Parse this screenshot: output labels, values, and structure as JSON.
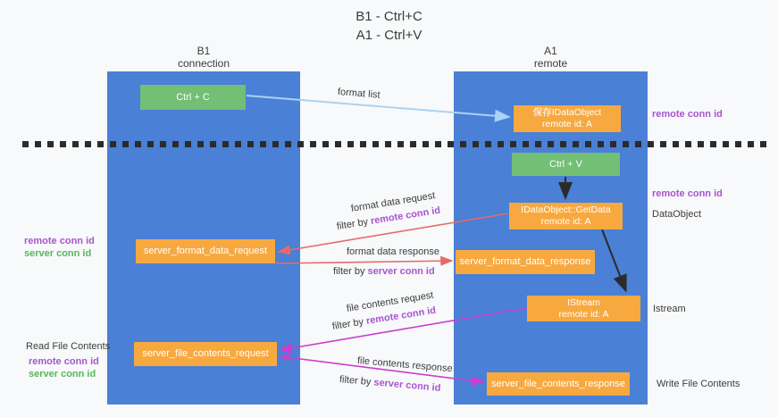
{
  "title": {
    "line1": "B1 - Ctrl+C",
    "line2": "A1 - Ctrl+V"
  },
  "columns": {
    "left": {
      "name": "B1",
      "role": "connection"
    },
    "right": {
      "name": "A1",
      "role": "remote"
    }
  },
  "boxes": {
    "ctrl_c": {
      "label": "Ctrl + C"
    },
    "save_dataobject": {
      "line1": "保存IDataObject",
      "line2": "remote id: A"
    },
    "ctrl_v": {
      "label": "Ctrl + V"
    },
    "getdata": {
      "line1": "IDataObject::GetData",
      "line2": "remote id: A"
    },
    "format_request": {
      "label": "server_format_data_request"
    },
    "format_response": {
      "label": "server_format_data_response"
    },
    "istream": {
      "line1": "IStream",
      "line2": "remote id: A"
    },
    "file_request": {
      "label": "server_file_contents_request"
    },
    "file_response": {
      "label": "server_file_contents_response"
    }
  },
  "flows": {
    "format_list": "format list",
    "format_data_request": "format data request",
    "format_data_response": "format data response",
    "file_contents_request": "file contents request",
    "file_contents_response": "file contents response",
    "filter_prefix": "filter by ",
    "remote_conn_id": "remote conn id",
    "server_conn_id": "server conn id"
  },
  "annotations": {
    "remote_conn_id_top_right": "remote conn id",
    "remote_conn_id_mid_right": "remote conn id",
    "dataobject": "DataObject",
    "istream": "Istream",
    "write_file_contents": "Write File Contents",
    "read_file_contents": "Read File Contents",
    "remote_conn_id_left": "remote conn id",
    "server_conn_id_left": "server conn id",
    "remote_conn_id_bottom_left": "remote conn id",
    "server_conn_id_bottom_left": "server conn id"
  },
  "colors": {
    "background": "#f8f9fa",
    "column_blue": "#4a80d5",
    "box_orange": "#f7a940",
    "box_green": "#72bf75",
    "purple_label": "#a855cf",
    "green_label": "#57b75b",
    "arrow_red": "#e56b6b",
    "arrow_magenta": "#c93ecf",
    "arrow_lightblue": "#a9d3f2",
    "arrow_black": "#2b2b2b"
  }
}
